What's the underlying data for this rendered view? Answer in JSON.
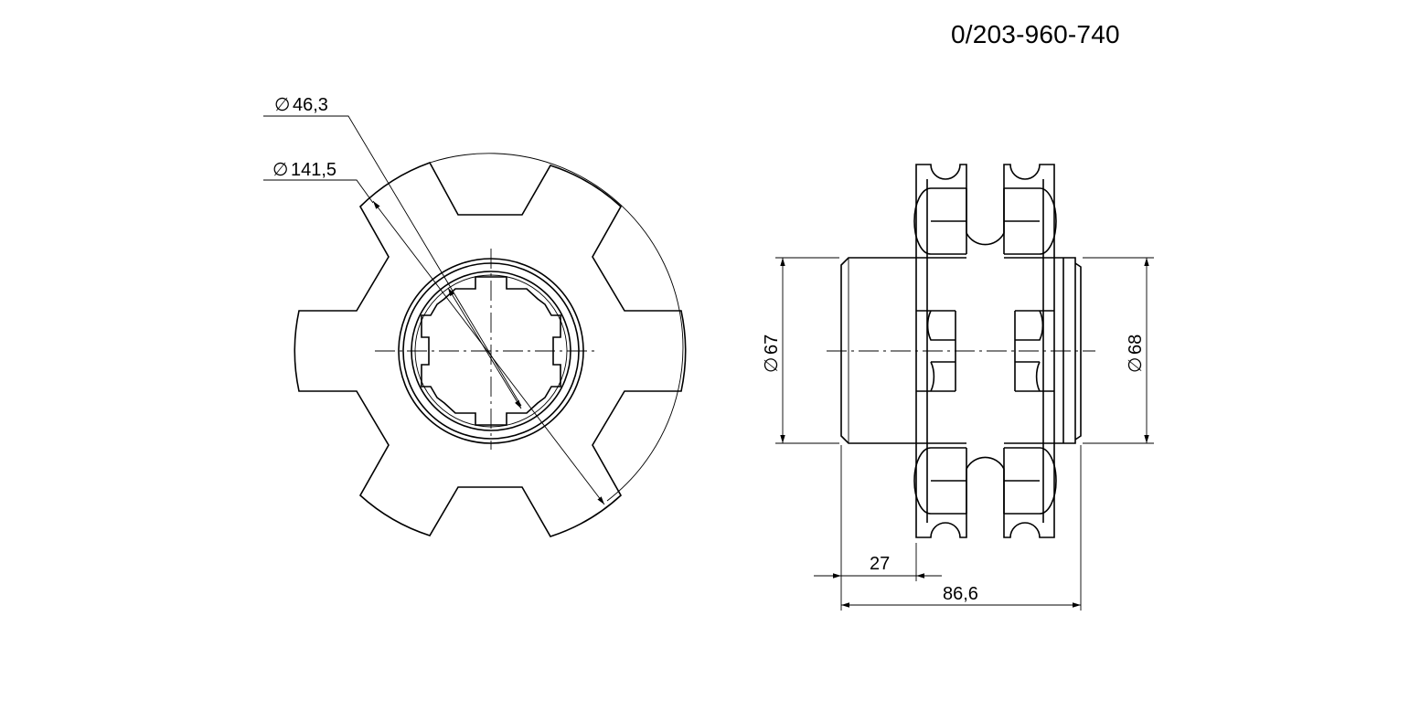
{
  "drawing": {
    "part_number": "0/203-960-740",
    "diameter_symbol": "∅",
    "dimensions": {
      "front_inner_diameter": "46,3",
      "front_outer_diameter": "141,5",
      "side_left_diameter": "67",
      "side_right_diameter": "68",
      "length_hub": "27",
      "length_total": "86,6"
    }
  }
}
